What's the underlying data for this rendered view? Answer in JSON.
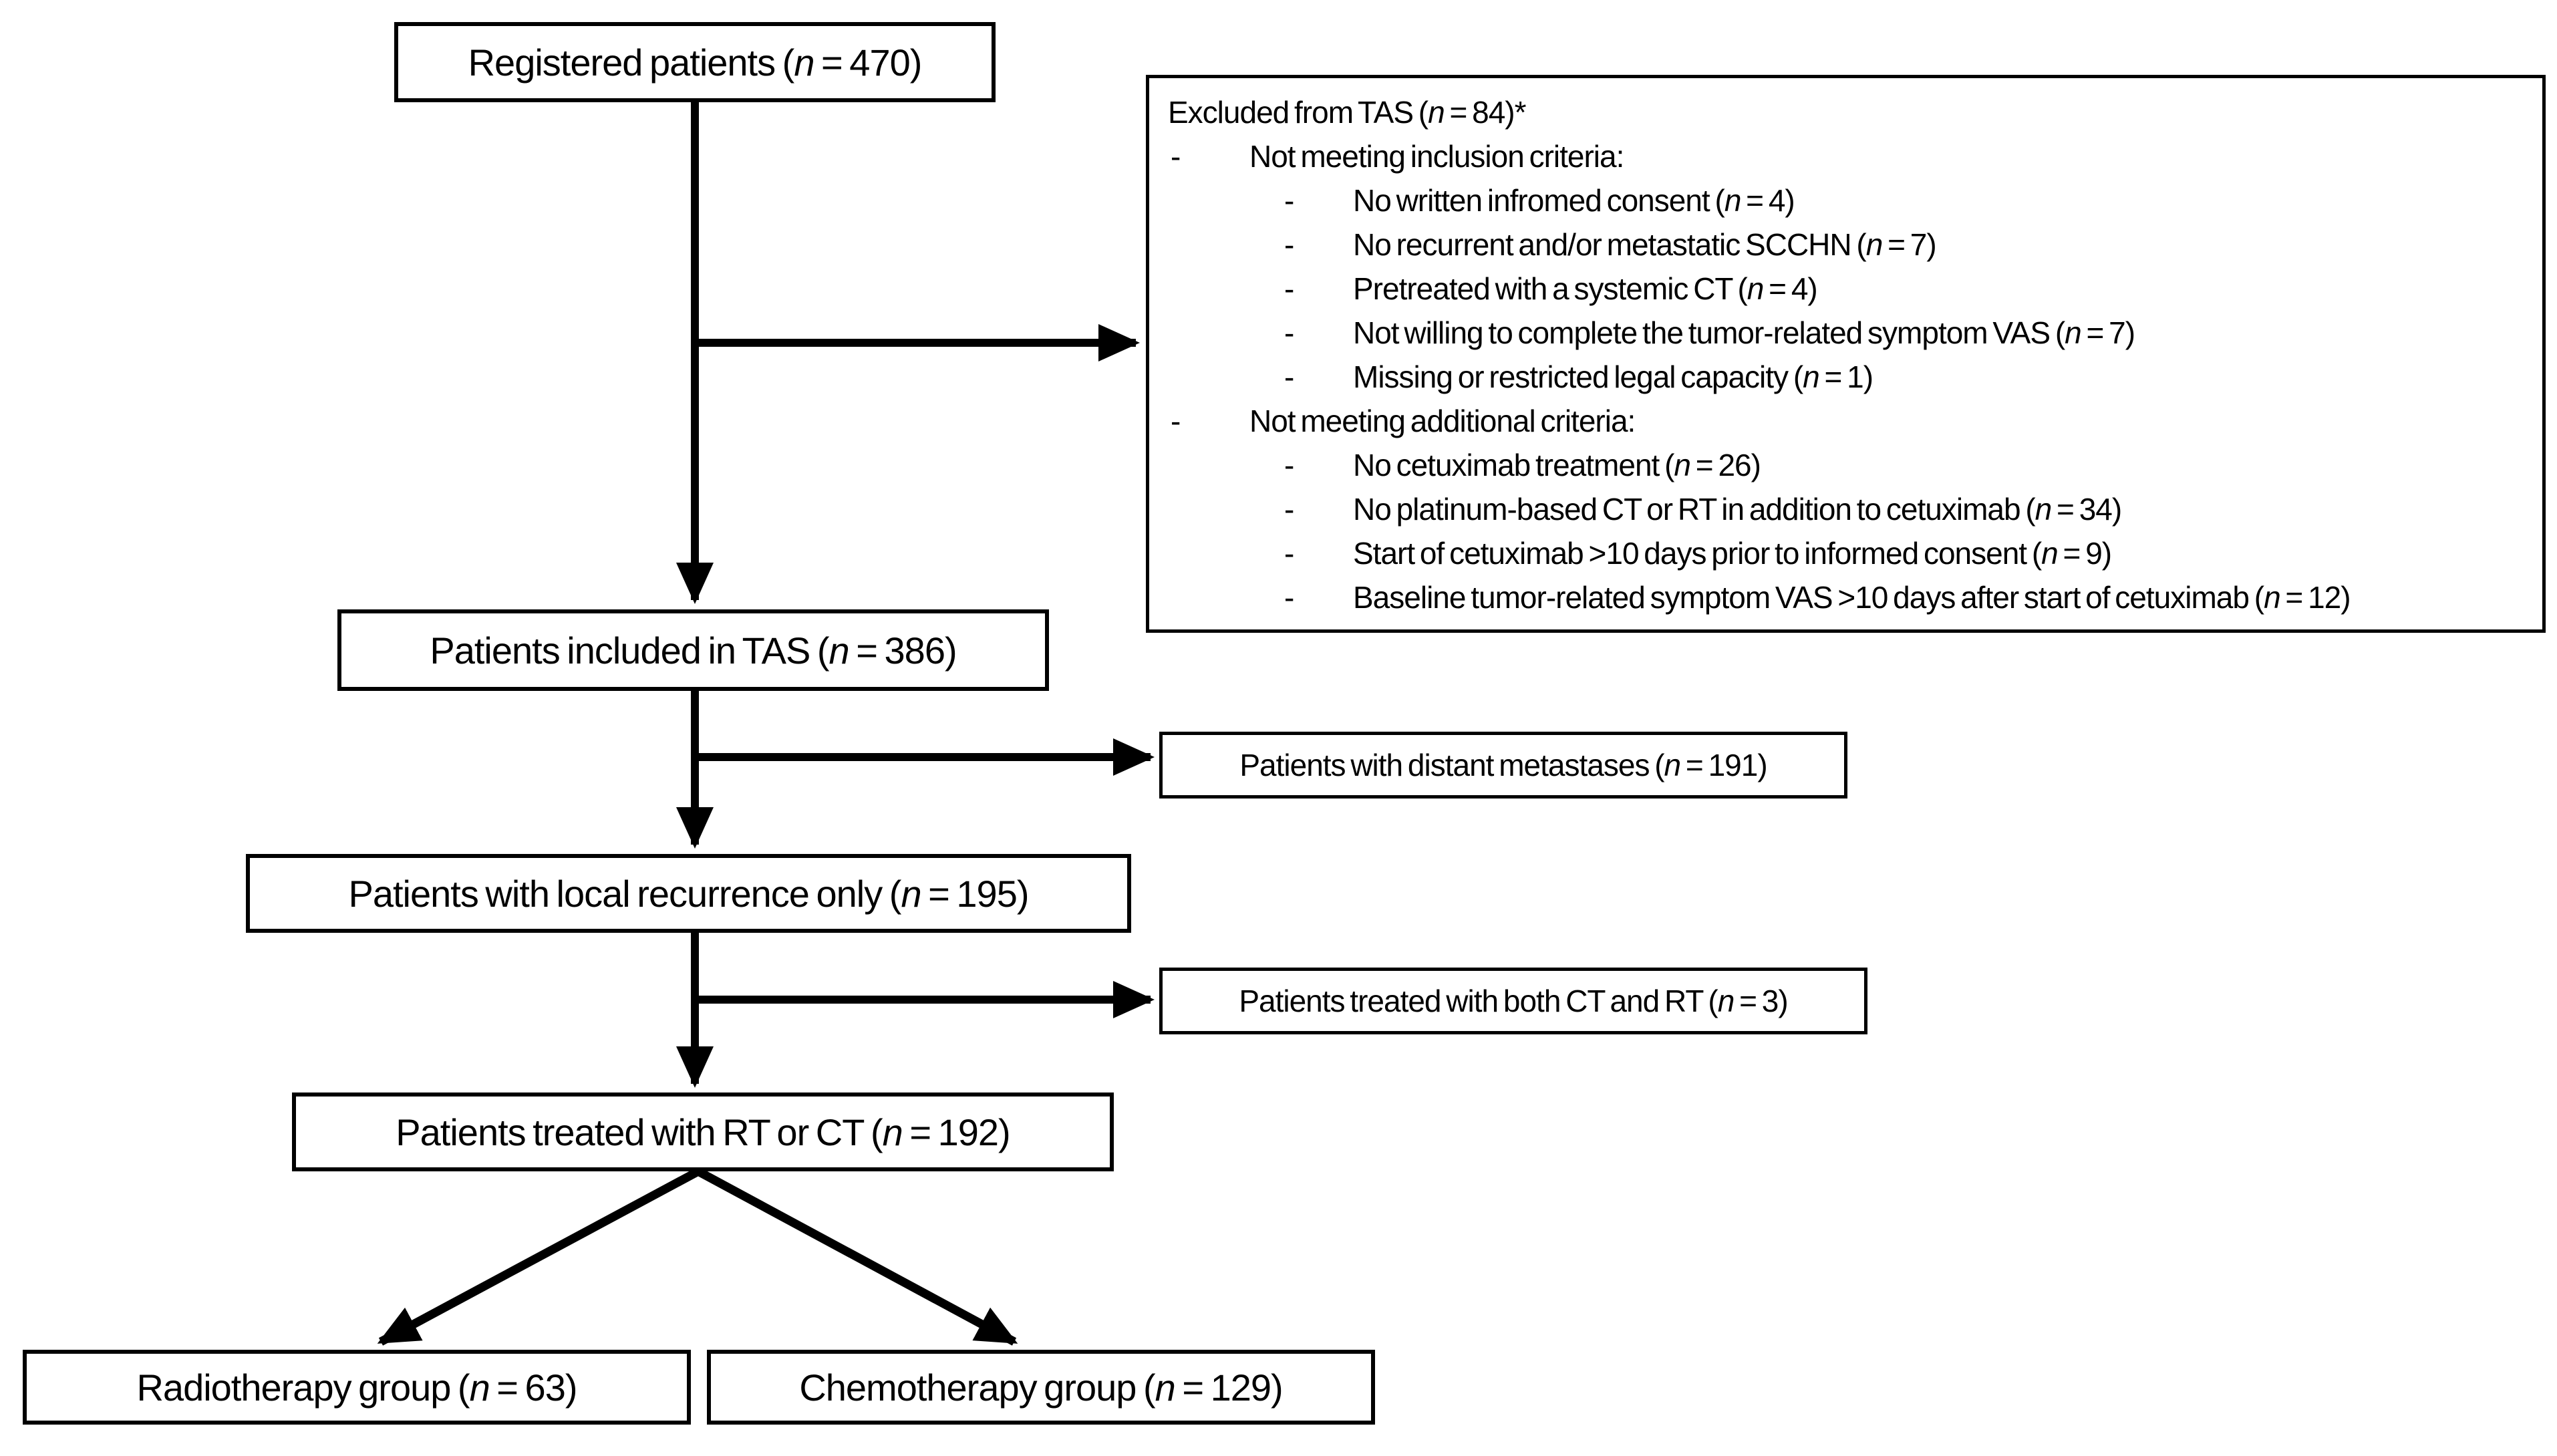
{
  "notation": {
    "dash": "-",
    "n": "n"
  },
  "flow": {
    "registered": {
      "prefix": "Registered patients (",
      "n": "n",
      "suffix": " = 470)",
      "value": 470
    },
    "included_tas": {
      "prefix": "Patients included in TAS (",
      "n": "n",
      "suffix": " = 386)",
      "value": 386
    },
    "local_recurrence": {
      "prefix": "Patients with local recurrence only (",
      "n": "n",
      "suffix": " = 195)",
      "value": 195
    },
    "treated_rt_ct": {
      "prefix": "Patients treated with RT or CT (",
      "n": "n",
      "suffix": " = 192)",
      "value": 192
    },
    "radiotherapy": {
      "prefix": "Radiotherapy group (",
      "n": "n",
      "suffix": " = 63)",
      "value": 63
    },
    "chemotherapy": {
      "prefix": "Chemotherapy group (",
      "n": "n",
      "suffix": " = 129)",
      "value": 129
    }
  },
  "side": {
    "distant_metastases": {
      "prefix": "Patients with distant metastases (",
      "n": "n",
      "suffix": " = 191)",
      "value": 191
    },
    "both_ct_rt": {
      "prefix": "Patients treated with both CT and RT (",
      "n": "n",
      "suffix": " = 3)",
      "value": 3
    }
  },
  "excluded": {
    "title": {
      "prefix": "Excluded from TAS (",
      "n": "n",
      "suffix": " = 84)*",
      "value": 84
    },
    "items": [
      {
        "level": 1,
        "prefix": "Not meeting inclusion criteria:",
        "n": "",
        "suffix": ""
      },
      {
        "level": 2,
        "prefix": "No written infromed consent (",
        "n": "n",
        "suffix": " = 4)",
        "value": 4
      },
      {
        "level": 2,
        "prefix": "No recurrent and/or metastatic SCCHN (",
        "n": "n",
        "suffix": " = 7)",
        "value": 7
      },
      {
        "level": 2,
        "prefix": "Pretreated with a systemic CT (",
        "n": "n",
        "suffix": " = 4)",
        "value": 4
      },
      {
        "level": 2,
        "prefix": "Not willing to complete the tumor-related symptom VAS (",
        "n": "n",
        "suffix": " = 7)",
        "value": 7
      },
      {
        "level": 2,
        "prefix": "Missing or restricted legal capacity (",
        "n": "n",
        "suffix": " = 1)",
        "value": 1
      },
      {
        "level": 1,
        "prefix": "Not meeting additional criteria:",
        "n": "",
        "suffix": ""
      },
      {
        "level": 2,
        "prefix": "No cetuximab treatment (",
        "n": "n",
        "suffix": " = 26)",
        "value": 26
      },
      {
        "level": 2,
        "prefix": "No platinum-based CT or RT in addition to cetuximab (",
        "n": "n",
        "suffix": " = 34)",
        "value": 34
      },
      {
        "level": 2,
        "prefix": "Start of cetuximab >10 days prior to informed consent (",
        "n": "n",
        "suffix": " = 9)",
        "value": 9
      },
      {
        "level": 2,
        "prefix": "Baseline tumor-related symptom VAS >10 days after start of cetuximab (",
        "n": "n",
        "suffix": " = 12)",
        "value": 12
      }
    ]
  }
}
